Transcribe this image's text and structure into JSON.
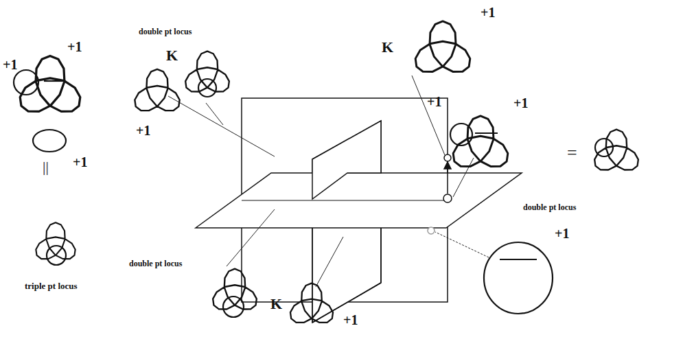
{
  "diagram": {
    "labels": [
      "+1",
      "double pt locus",
      "K",
      "K",
      "+1",
      "+1",
      "+1",
      "+1",
      "+1",
      "=",
      "||",
      "+1",
      "double pt locus",
      "+1",
      "double pt locus",
      "triple pt locus",
      "K",
      "+1"
    ]
  }
}
